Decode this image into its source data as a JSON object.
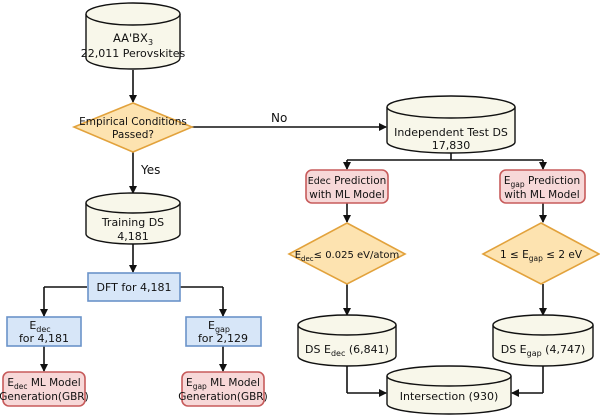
{
  "nodes": {
    "input_db": {
      "line1_main": "AA'BX",
      "line1_sub": "3",
      "line2": "22,011 Perovskites"
    },
    "empirical": {
      "line1": "Empirical Conditions",
      "line2": "Passed?"
    },
    "training_db": {
      "line1": "Training DS",
      "line2": "4,181"
    },
    "dft": {
      "label": "DFT for 4,181"
    },
    "edec_box": {
      "line1_main": "E",
      "line1_sub": "dec",
      "line2": "for 4,181"
    },
    "egap_box": {
      "line1_main": "E",
      "line1_sub": "gap",
      "line2": "for 2,129"
    },
    "edec_model": {
      "line1_main": "E",
      "line1_sub": "dec",
      "line1_rest": " ML Model",
      "line2": "Generation(GBR)"
    },
    "egap_model": {
      "line1_main": "E",
      "line1_sub": "gap",
      "line1_rest": " ML Model",
      "line2": "Generation(GBR)"
    },
    "test_db": {
      "line1": "Independent Test DS",
      "line2": "17,830"
    },
    "edec_pred": {
      "line1_main": "Edec",
      "line1_rest": " Prediction",
      "line2": "with ML Model"
    },
    "egap_pred": {
      "line1_main": "E",
      "line1_sub": "gap",
      "line1_rest": " Prediction",
      "line2": "with ML Model"
    },
    "edec_cond": {
      "main": "E",
      "sub": "dec",
      "rest": "≤ 0.025 eV/atom"
    },
    "egap_cond": {
      "pre": "1 ≤ E",
      "sub": "gap",
      "rest": " ≤ 2 eV"
    },
    "ds_edec": {
      "pre": "DS E",
      "sub": "dec",
      "rest": " (6,841)"
    },
    "ds_egap": {
      "pre": "DS E",
      "sub": "gap",
      "rest": " (4,747)"
    },
    "intersection": {
      "label": "Intersection (930)"
    }
  },
  "edges": {
    "yes_label": "Yes",
    "no_label": "No"
  },
  "colors": {
    "cylinder_fill": "#f8f7ea",
    "diamond_fill": "#fde3b0",
    "diamond_stroke": "#e2a23c",
    "blue_fill": "#d7e6f8",
    "blue_stroke": "#6a93c9",
    "red_fill": "#f7d8d8",
    "red_stroke": "#c75b5b"
  }
}
